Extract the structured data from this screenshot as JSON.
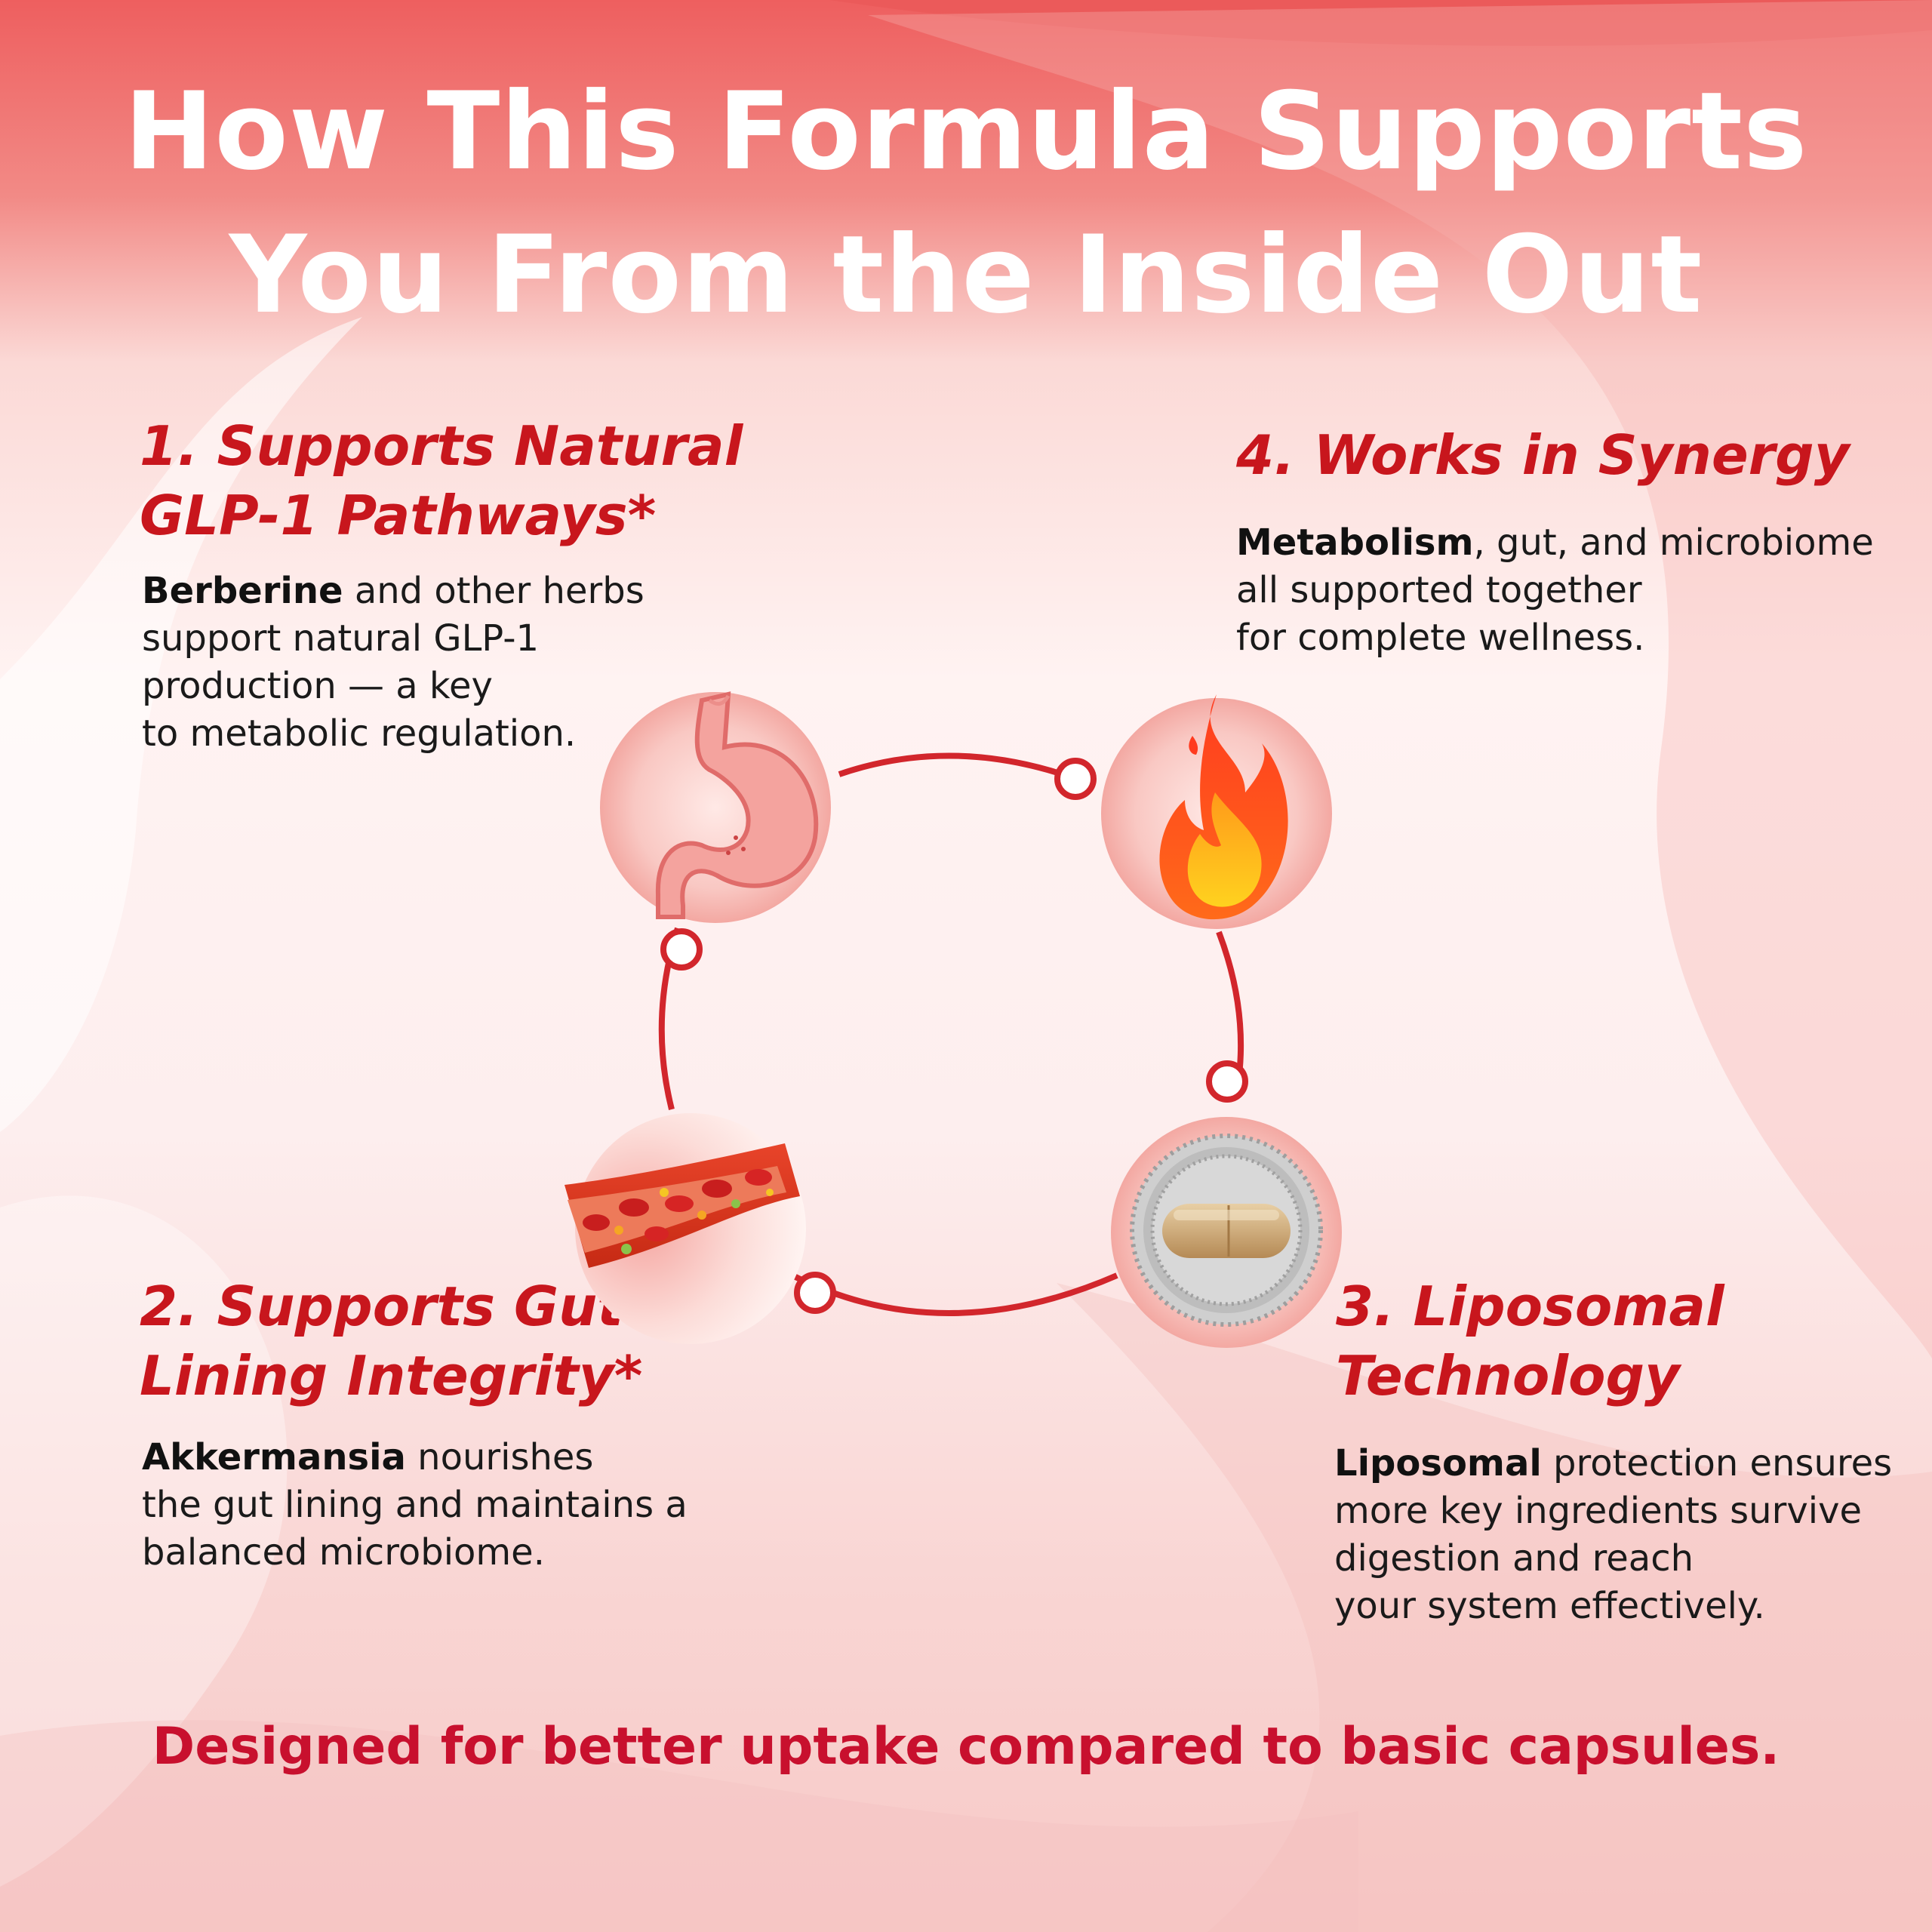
{
  "title": {
    "line1": "How This Formula Supports",
    "line2": "You From the Inside Out"
  },
  "features": [
    {
      "heading_line1": "1. Supports Natural",
      "heading_line2": "GLP-1 Pathways*",
      "bold": "Berberine",
      "text_lines": [
        " and other herbs",
        "support natural GLP-1",
        "production — a key",
        "to metabolic regulation."
      ],
      "icon": "stomach-icon"
    },
    {
      "heading_line1": "2. Supports Gut",
      "heading_line2": "Lining Integrity*",
      "bold": "Akkermansia",
      "text_lines": [
        " nourishes",
        "the gut lining and maintains a",
        "balanced microbiome."
      ],
      "icon": "blood-vessel-icon"
    },
    {
      "heading_line1": "3. Liposomal",
      "heading_line2": "Technology",
      "bold": "Liposomal",
      "text_lines": [
        " protection ensures",
        "more key ingredients survive",
        "digestion and reach",
        "your system effectively."
      ],
      "icon": "liposome-capsule-icon"
    },
    {
      "heading_line1": "4. Works in Synergy",
      "heading_line2": "",
      "bold": "Metabolism",
      "text_lines": [
        ", gut, and microbiome",
        "all supported together",
        "for complete wellness."
      ],
      "icon": "flame-icon"
    }
  ],
  "footer": "Designed for better uptake compared to basic capsules.",
  "colors": {
    "accent_red": "#c8161d",
    "footer_red": "#c8102e",
    "title_white": "#ffffff",
    "ring_red": "#d2262c"
  }
}
